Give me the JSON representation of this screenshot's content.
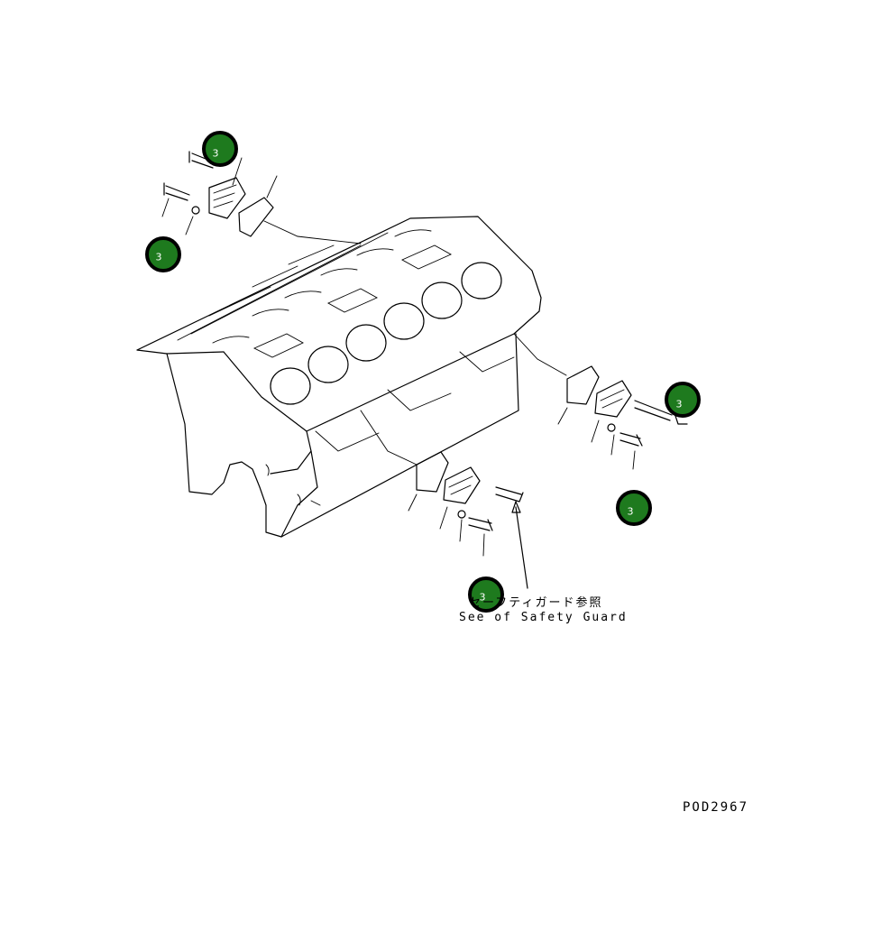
{
  "diagram": {
    "figure_code": "POD2967",
    "note": {
      "japanese": "セーフティガード参照",
      "english": "See of Safety Guard"
    },
    "callouts": [
      {
        "id": "upper-left-bolt",
        "label": "3"
      },
      {
        "id": "left-bolt",
        "label": "3"
      },
      {
        "id": "right-bolt",
        "label": "3"
      },
      {
        "id": "right-lower-bolt",
        "label": "3"
      },
      {
        "id": "center-bolt",
        "label": "3"
      }
    ]
  }
}
